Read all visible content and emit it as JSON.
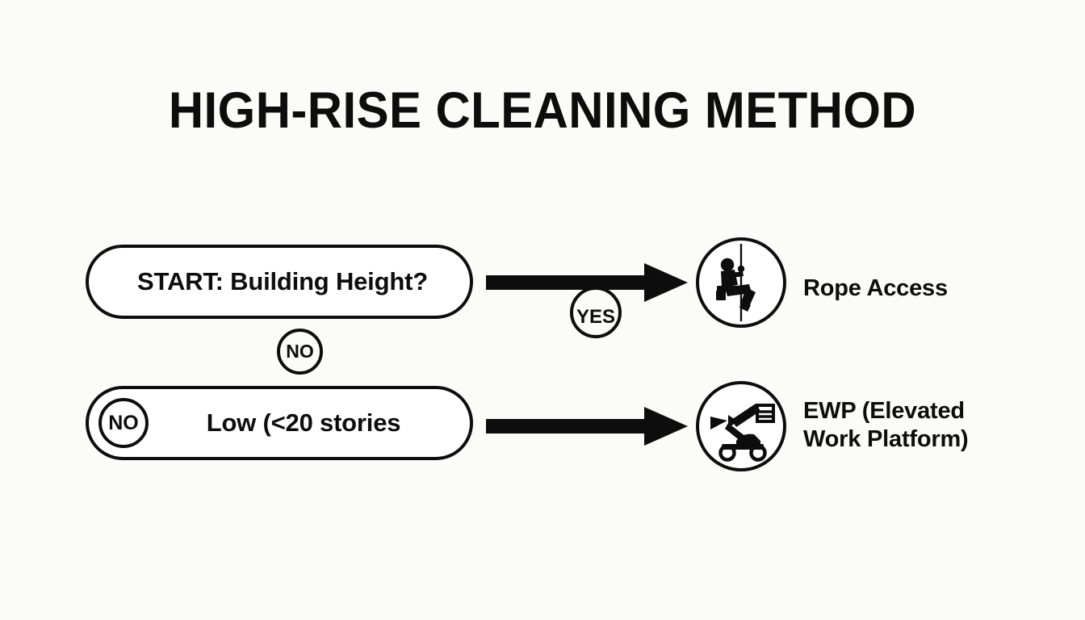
{
  "page": {
    "title": "HIGH-RISE CLEANING METHOD",
    "background_color": "#fbfbfa",
    "ink_color": "#0d0d0d"
  },
  "flowchart": {
    "nodes": [
      {
        "id": "start",
        "label": "START: Building Height?",
        "shape": "rounded-pill"
      },
      {
        "id": "low",
        "label": "Low (<20 stories",
        "shape": "rounded-pill"
      }
    ],
    "branch_labels": {
      "yes": "YES",
      "no_1": "NO",
      "no_2": "NO"
    },
    "outcomes": [
      {
        "id": "rope-access",
        "icon": "rope-access-icon",
        "label_line_1": "Rope Access",
        "label_line_2": ""
      },
      {
        "id": "ewp",
        "icon": "elevated-work-platform-icon",
        "label_line_1": "EWP (Elevated",
        "label_line_2": "Work Platform)"
      }
    ],
    "connectors": [
      {
        "id": "arrow-top",
        "from": "start",
        "to": "rope-access",
        "direction": "right"
      },
      {
        "id": "arrow-bottom",
        "from": "low",
        "to": "ewp",
        "direction": "right"
      }
    ]
  }
}
